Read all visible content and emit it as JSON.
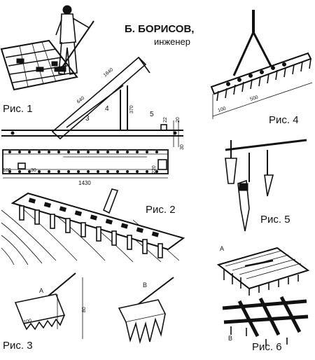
{
  "author": {
    "name": "Б. БОРИСОВ,",
    "title": "инженер"
  },
  "captions": {
    "fig1": "Рис. 1",
    "fig2": "Рис. 2",
    "fig3": "Рис. 3",
    "fig4": "Рис. 4",
    "fig5": "Рис. 5",
    "fig6": "Рис. 6"
  },
  "fig1_dims": {
    "handle_len": "1840",
    "brace_len": "640",
    "height": "370",
    "part_3": "3",
    "part_4": "4",
    "part_5": "5",
    "dim_22": "22",
    "dim_20": "20",
    "dim_30": "30",
    "board_len": "1430",
    "tooth_100": "100",
    "tooth_30": "30",
    "board_w": "220"
  },
  "fig3_labels": {
    "a": "А",
    "b": "В",
    "len_100": "100",
    "len_80": "80"
  },
  "fig4_dims": {
    "dim_100": "100",
    "dim_500": "500"
  },
  "fig6_labels": {
    "a": "А",
    "b": "В"
  }
}
